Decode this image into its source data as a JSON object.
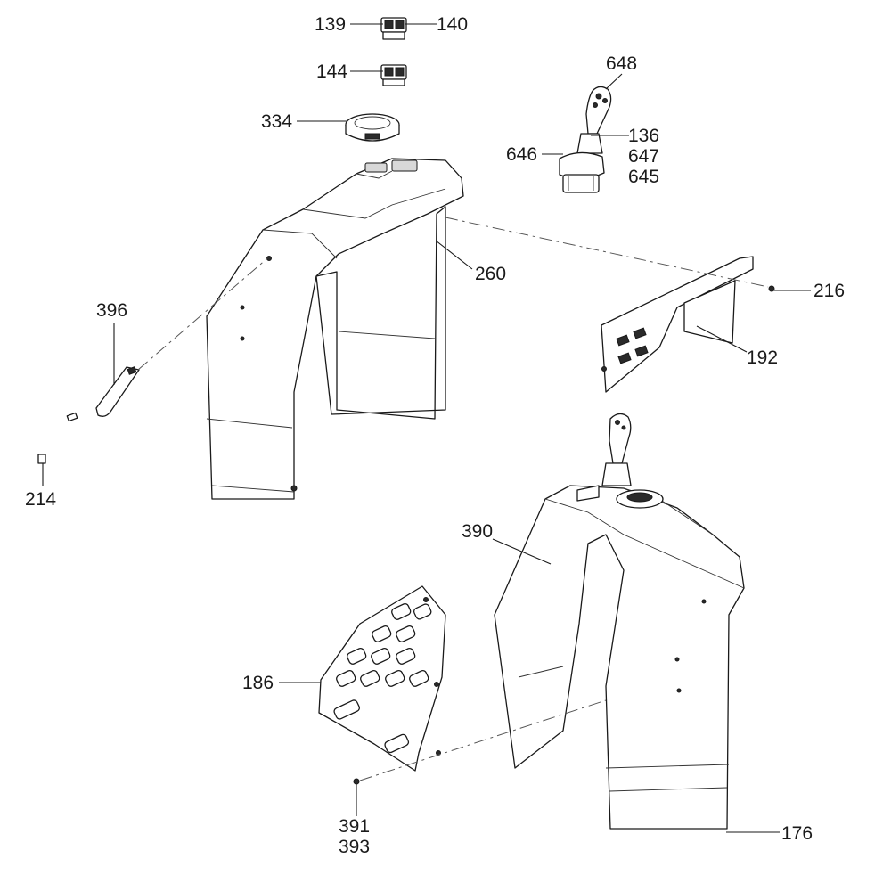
{
  "diagram": {
    "callouts": [
      {
        "id": "c139",
        "text": "139"
      },
      {
        "id": "c140",
        "text": "140"
      },
      {
        "id": "c144",
        "text": "144"
      },
      {
        "id": "c334",
        "text": "334"
      },
      {
        "id": "c648",
        "text": "648"
      },
      {
        "id": "c136",
        "text": "136"
      },
      {
        "id": "c646",
        "text": "646"
      },
      {
        "id": "c647",
        "text": "647"
      },
      {
        "id": "c645",
        "text": "645"
      },
      {
        "id": "c260",
        "text": "260"
      },
      {
        "id": "c216",
        "text": "216"
      },
      {
        "id": "c396",
        "text": "396"
      },
      {
        "id": "c192",
        "text": "192"
      },
      {
        "id": "c214",
        "text": "214"
      },
      {
        "id": "c390",
        "text": "390"
      },
      {
        "id": "c186",
        "text": "186"
      },
      {
        "id": "c391",
        "text": "391"
      },
      {
        "id": "c393",
        "text": "393"
      },
      {
        "id": "c176",
        "text": "176"
      }
    ]
  }
}
